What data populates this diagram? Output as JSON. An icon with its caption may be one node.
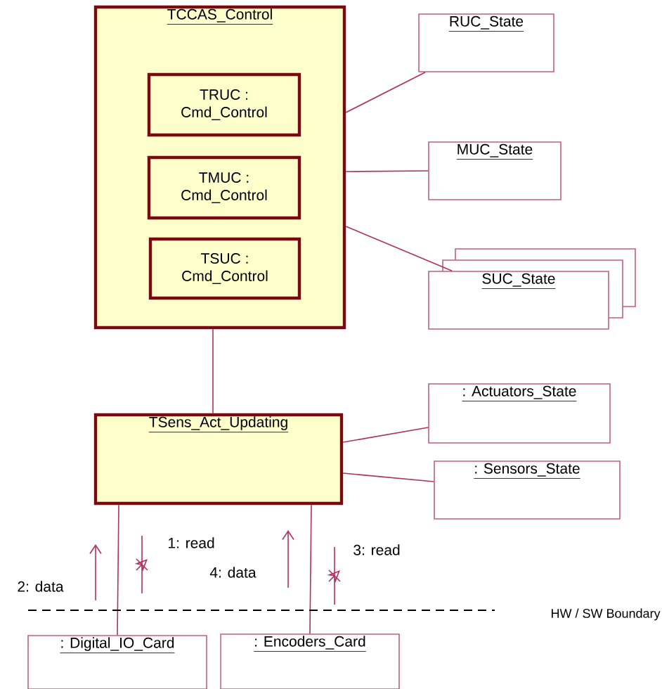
{
  "diagram": {
    "nodes": [
      {
        "text": [
          "TCCAS_Control"
        ]
      },
      {
        "text": [
          "TRUC : Cmd_Control"
        ],
        "in": 0
      },
      {
        "text": [
          "TMUC : Cmd_Control"
        ],
        "in": 0
      },
      {
        "text": [
          "TSUC : Cmd_Control"
        ],
        "in": 0
      },
      {
        "text": [
          "RUC_State"
        ]
      },
      {
        "text": [
          "MUC_State"
        ]
      },
      {
        "text": [
          "SUC_State"
        ]
      },
      {
        "text": [
          "TSens_Act_Updating"
        ]
      },
      {
        "text": [
          ": Actuators_State"
        ]
      },
      {
        "text": [
          ": Sensors_State"
        ]
      },
      {
        "text": [
          ": Digital_IO_Card"
        ]
      },
      {
        "text": [
          ": Encoders_Card"
        ]
      }
    ],
    "edges": [
      {
        "from": 0,
        "to": 4,
        "arrow": "none"
      },
      {
        "from": 0,
        "to": 5,
        "arrow": "none"
      },
      {
        "from": 0,
        "to": 6,
        "arrow": "none"
      },
      {
        "from": 0,
        "to": 7,
        "arrow": "none"
      },
      {
        "from": 7,
        "to": 8,
        "arrow": "none"
      },
      {
        "from": 7,
        "to": 9,
        "arrow": "none"
      },
      {
        "from": 7,
        "to": 10,
        "arrow": "none"
      },
      {
        "from": 7,
        "to": 11,
        "arrow": "none"
      }
    ],
    "labels": [
      "2: data",
      "1: read",
      "4: data",
      "3: read",
      "HW / SW Boundary"
    ]
  }
}
